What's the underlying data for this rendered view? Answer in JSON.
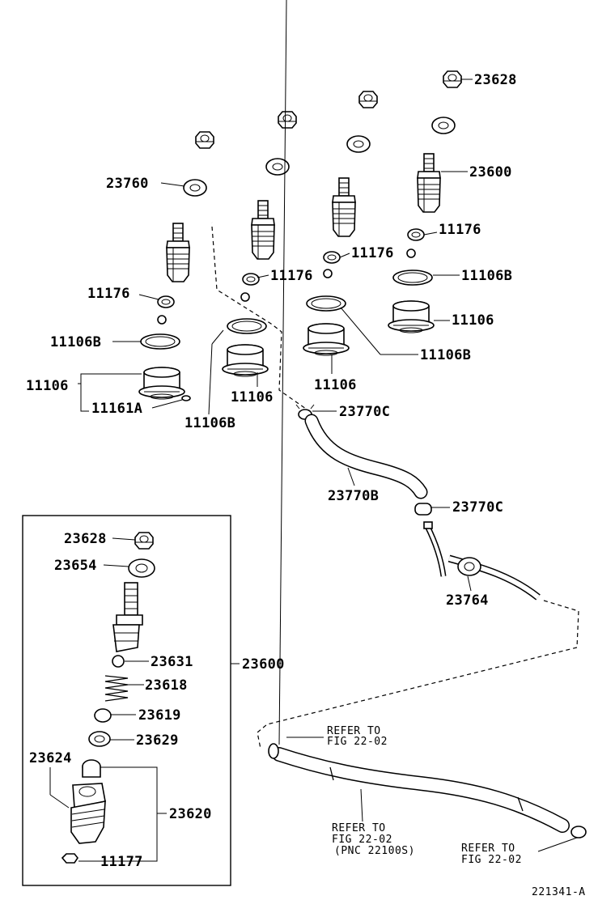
{
  "labels": {
    "nut_top": "23628",
    "pipe": "23760",
    "injector": "23600",
    "washer_a": "11176",
    "washer_b": "11176",
    "washer_c": "11176",
    "washer_d": "11176",
    "gasket_a": "11106B",
    "gasket_b": "11106B",
    "gasket_c": "11106B",
    "gasket_d": "11106B",
    "holder_a": "11106",
    "holder_b": "11106",
    "holder_c": "11106",
    "holder_d": "11106",
    "pin": "11161A",
    "clip_a": "23770C",
    "clip_b": "23770C",
    "hose": "23770B",
    "union": "23764",
    "box_nut": "23628",
    "box_washer": "23654",
    "ball": "23631",
    "spring": "23618",
    "seat": "23619",
    "spacer": "23629",
    "body": "23624",
    "nozzle": "23620",
    "bottom_washer": "11177",
    "box_injector": "23600"
  },
  "references": {
    "ref1_line1": "REFER TO",
    "ref1_line2": "FIG 22-02",
    "ref2_line1": "REFER TO",
    "ref2_line2": "FIG 22-02",
    "ref2_line3": "(PNC 22100S)",
    "ref3_line1": "REFER TO",
    "ref3_line2": "FIG 22-02"
  },
  "diagram_id": "221341-A"
}
